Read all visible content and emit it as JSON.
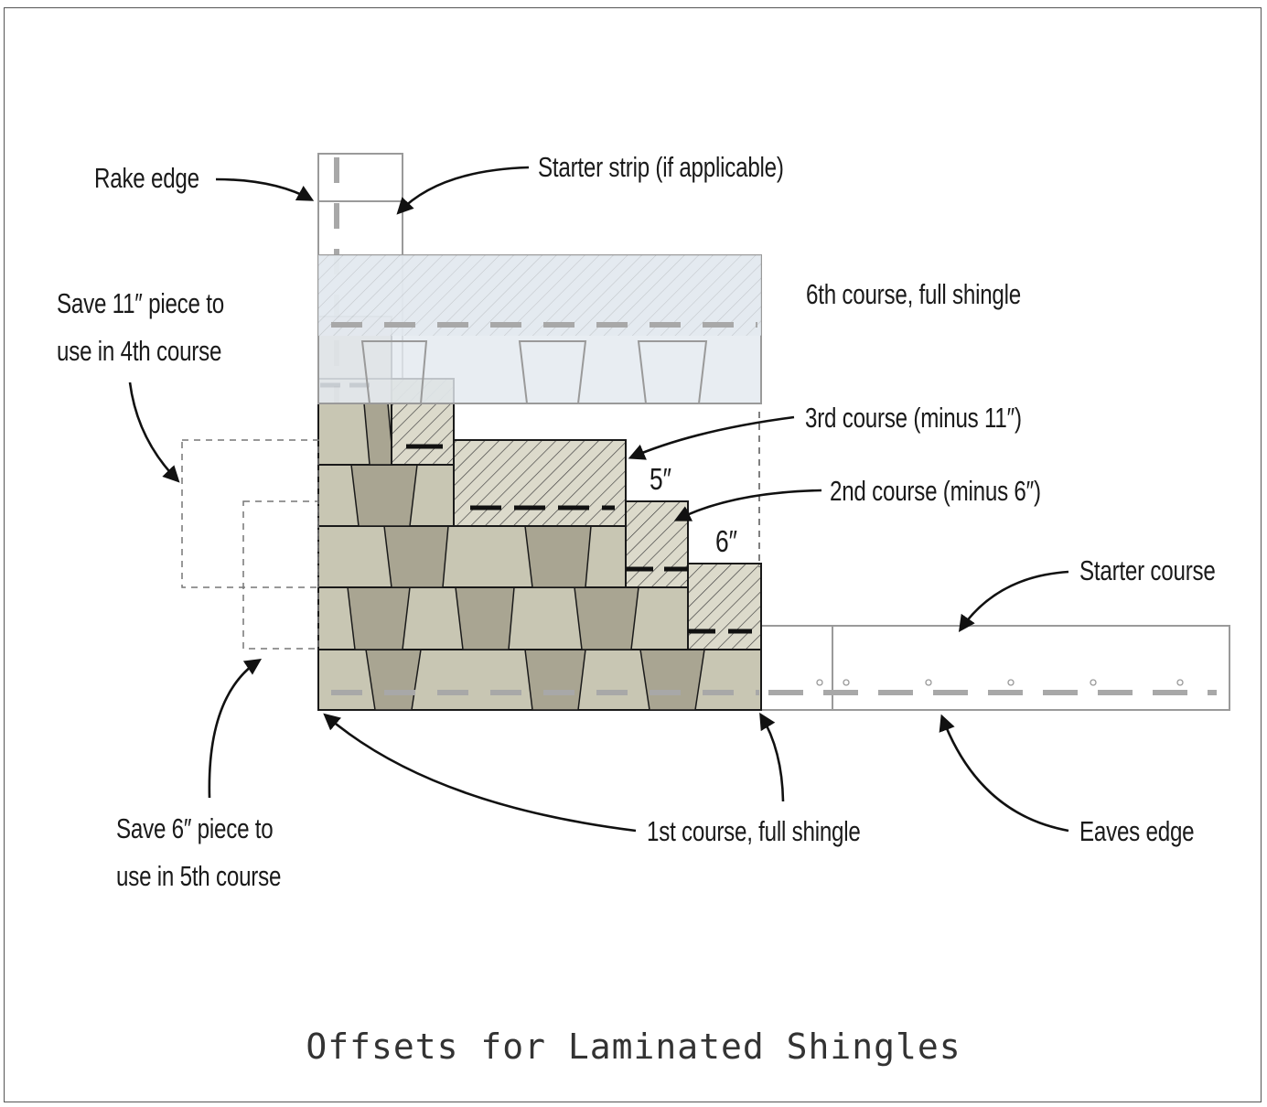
{
  "caption": "Offsets for Laminated Shingles",
  "labels": {
    "rake_edge": "Rake edge",
    "starter_strip": "Starter strip (if applicable)",
    "sixth_course": "6th course, full shingle",
    "save_11": "Save 11″ piece to\nuse in 4th course",
    "third_course": "3rd course (minus 11″)",
    "second_course": "2nd course (minus 6″)",
    "starter_course": "Starter course",
    "save_6": "Save 6″ piece to\nuse in 5th course",
    "first_course": "1st course, full shingle",
    "eaves_edge": "Eaves edge"
  },
  "dimensions": {
    "five": "5″",
    "six": "6″"
  },
  "colors": {
    "shingle_fill": "#c8c6b3",
    "shingle_tab": "#a9a592",
    "hatch_fill": "#dcdacb",
    "sixth_fill": "#e3e9ef",
    "outline": "#1a1a1a",
    "starter_line": "#9a9a9a",
    "nail_line": "#a8a8a8"
  }
}
